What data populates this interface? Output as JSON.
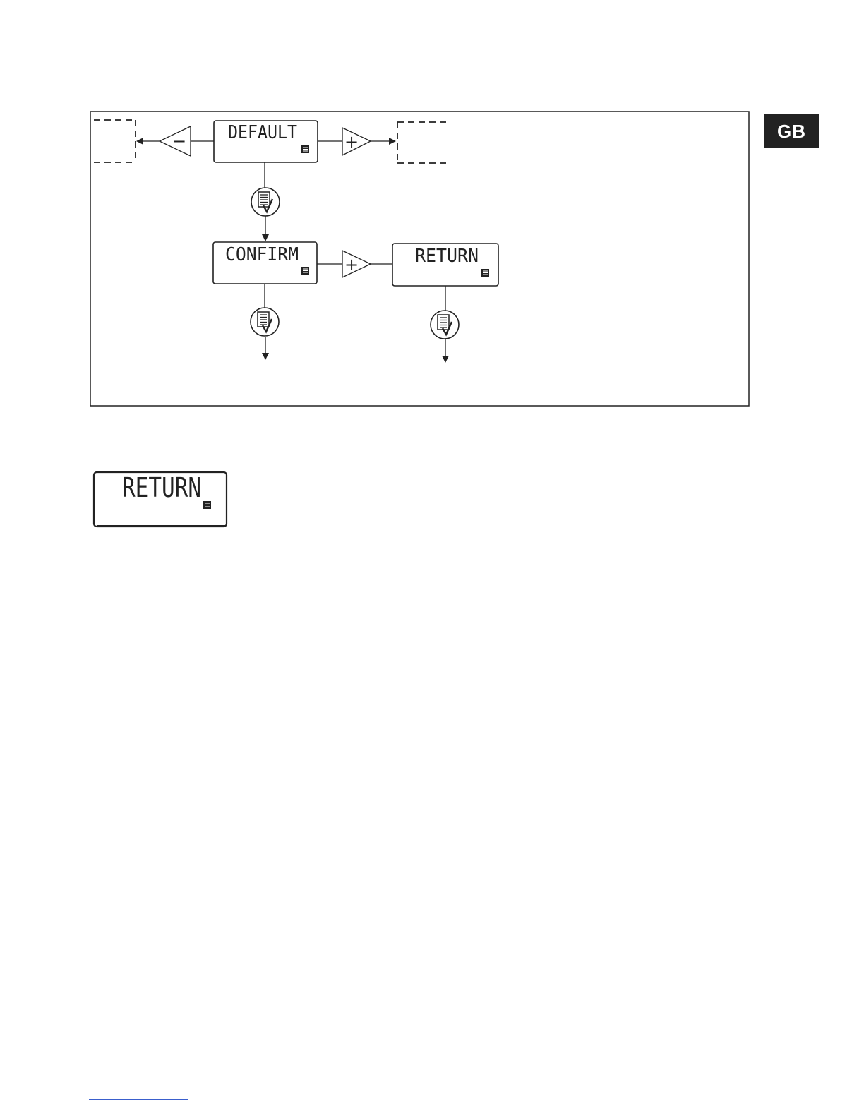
{
  "language_badge": "GB",
  "diagram": {
    "display_default": "DEFAULT",
    "display_confirm": "CONFIRM",
    "display_return": "RETURN",
    "minus_button": "−",
    "plus_button": "+"
  },
  "standalone_display": "RETURN",
  "icons": [
    "menu-indicator-icon",
    "menu-confirm-icon",
    "arrow-icon"
  ],
  "colors": {
    "line": "#222222",
    "badge_bg": "#222222",
    "badge_text": "#ffffff"
  }
}
